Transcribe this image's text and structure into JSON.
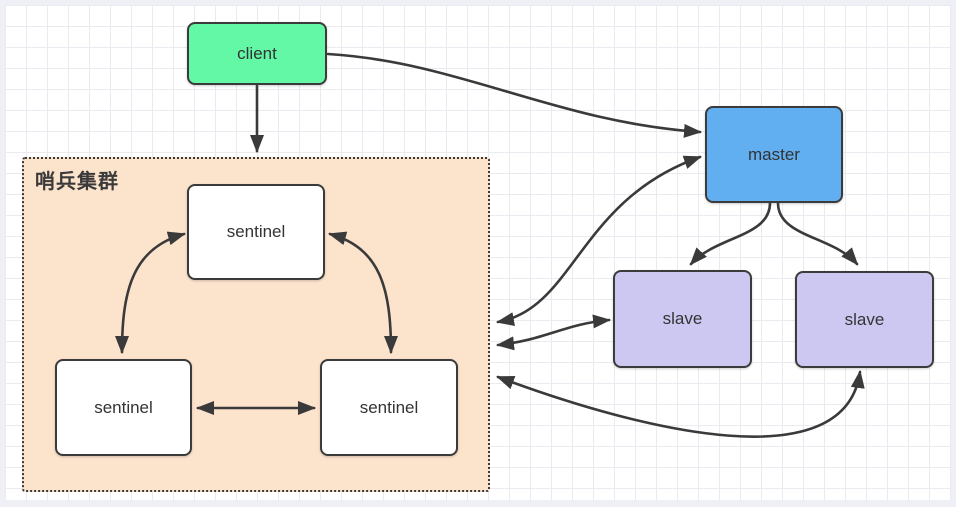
{
  "nodes": {
    "client": {
      "label": "client",
      "fill": "#63f8a6"
    },
    "master": {
      "label": "master",
      "fill": "#61aef1"
    },
    "slave1": {
      "label": "slave",
      "fill": "#ccc8f2"
    },
    "slave2": {
      "label": "slave",
      "fill": "#ccc8f2"
    },
    "sentinel_top": {
      "label": "sentinel",
      "fill": "#ffffff"
    },
    "sentinel_left": {
      "label": "sentinel",
      "fill": "#ffffff"
    },
    "sentinel_right": {
      "label": "sentinel",
      "fill": "#ffffff"
    }
  },
  "cluster": {
    "label": "哨兵集群",
    "fill": "#fce3cc"
  },
  "edges": [
    {
      "id": "client-to-sentinel-cluster",
      "from": "client",
      "to": "sentinel-cluster",
      "direction": "one-way"
    },
    {
      "id": "client-to-master",
      "from": "client",
      "to": "master",
      "direction": "one-way"
    },
    {
      "id": "sentinel-cluster-master",
      "from": "sentinel-cluster",
      "to": "master",
      "direction": "two-way"
    },
    {
      "id": "sentinel-cluster-slave-1",
      "from": "sentinel-cluster",
      "to": "slave-1",
      "direction": "two-way"
    },
    {
      "id": "sentinel-cluster-slave-2",
      "from": "sentinel-cluster",
      "to": "slave-2",
      "direction": "two-way"
    },
    {
      "id": "master-to-slave-1",
      "from": "master",
      "to": "slave-1",
      "direction": "one-way"
    },
    {
      "id": "master-to-slave-2",
      "from": "master",
      "to": "slave-2",
      "direction": "one-way"
    },
    {
      "id": "sentinel-top-sentinel-left",
      "from": "sentinel-top",
      "to": "sentinel-left",
      "direction": "two-way"
    },
    {
      "id": "sentinel-top-sentinel-right",
      "from": "sentinel-top",
      "to": "sentinel-right",
      "direction": "two-way"
    },
    {
      "id": "sentinel-left-sentinel-right",
      "from": "sentinel-left",
      "to": "sentinel-right",
      "direction": "two-way"
    }
  ],
  "colors": {
    "stroke": "#3a3a3a",
    "grid_line": "#eaebf0",
    "canvas_margin": "#eef0f5",
    "node_border": "#3b3b3b",
    "cluster_fill": "#fce3cc"
  }
}
